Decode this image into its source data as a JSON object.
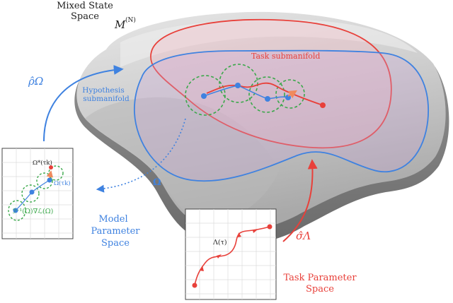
{
  "labels": {
    "mixed_state_line1": "Mixed State",
    "mixed_state_line2": "Space",
    "manifold_symbol": "M",
    "manifold_superscript": "(N)",
    "task_submanifold": "Task submanifold",
    "hypothesis_line1": "Hypothesis",
    "hypothesis_line2": "submanifold",
    "rho_omega": "ρ̂Ω",
    "sigma_lambda": "σ̂Λ",
    "omega_arrow": "Ω",
    "model_param_line1": "Model",
    "model_param_line2": "Parameter",
    "model_param_line3": "Space",
    "task_param_line1": "Task Parameter",
    "task_param_line2": "Space",
    "omega_star": "Ω*(τk)",
    "omega_tk": "Ω(τk)",
    "natural_gradient": "ℐ⁻¹(Ω)∇ℒ(Ω)",
    "lambda_tau": "Λ(τ)"
  },
  "colors": {
    "red": "#e8403a",
    "blue": "#3f82e0",
    "green": "#3aa84a",
    "manifold_light": "#d4d4d4",
    "manifold_dark": "#8a8a8a"
  }
}
